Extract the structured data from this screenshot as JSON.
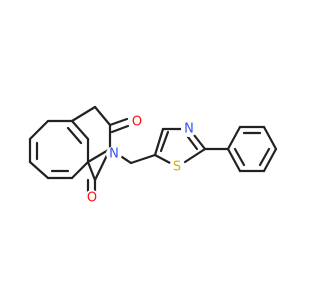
{
  "molecule": {
    "atoms": [
      {
        "id": "O1",
        "element": "O",
        "label": "O",
        "color": "#ff0d0d"
      },
      {
        "id": "O2",
        "element": "O",
        "label": "O",
        "color": "#ff0d0d"
      },
      {
        "id": "N1",
        "element": "N",
        "label": "N",
        "color": "#3050f8"
      },
      {
        "id": "N2",
        "element": "N",
        "label": "N",
        "color": "#3050f8"
      },
      {
        "id": "S1",
        "element": "S",
        "label": "S",
        "color": "#d4b000"
      }
    ],
    "bond_color": "#222222",
    "background": "#ffffff"
  }
}
